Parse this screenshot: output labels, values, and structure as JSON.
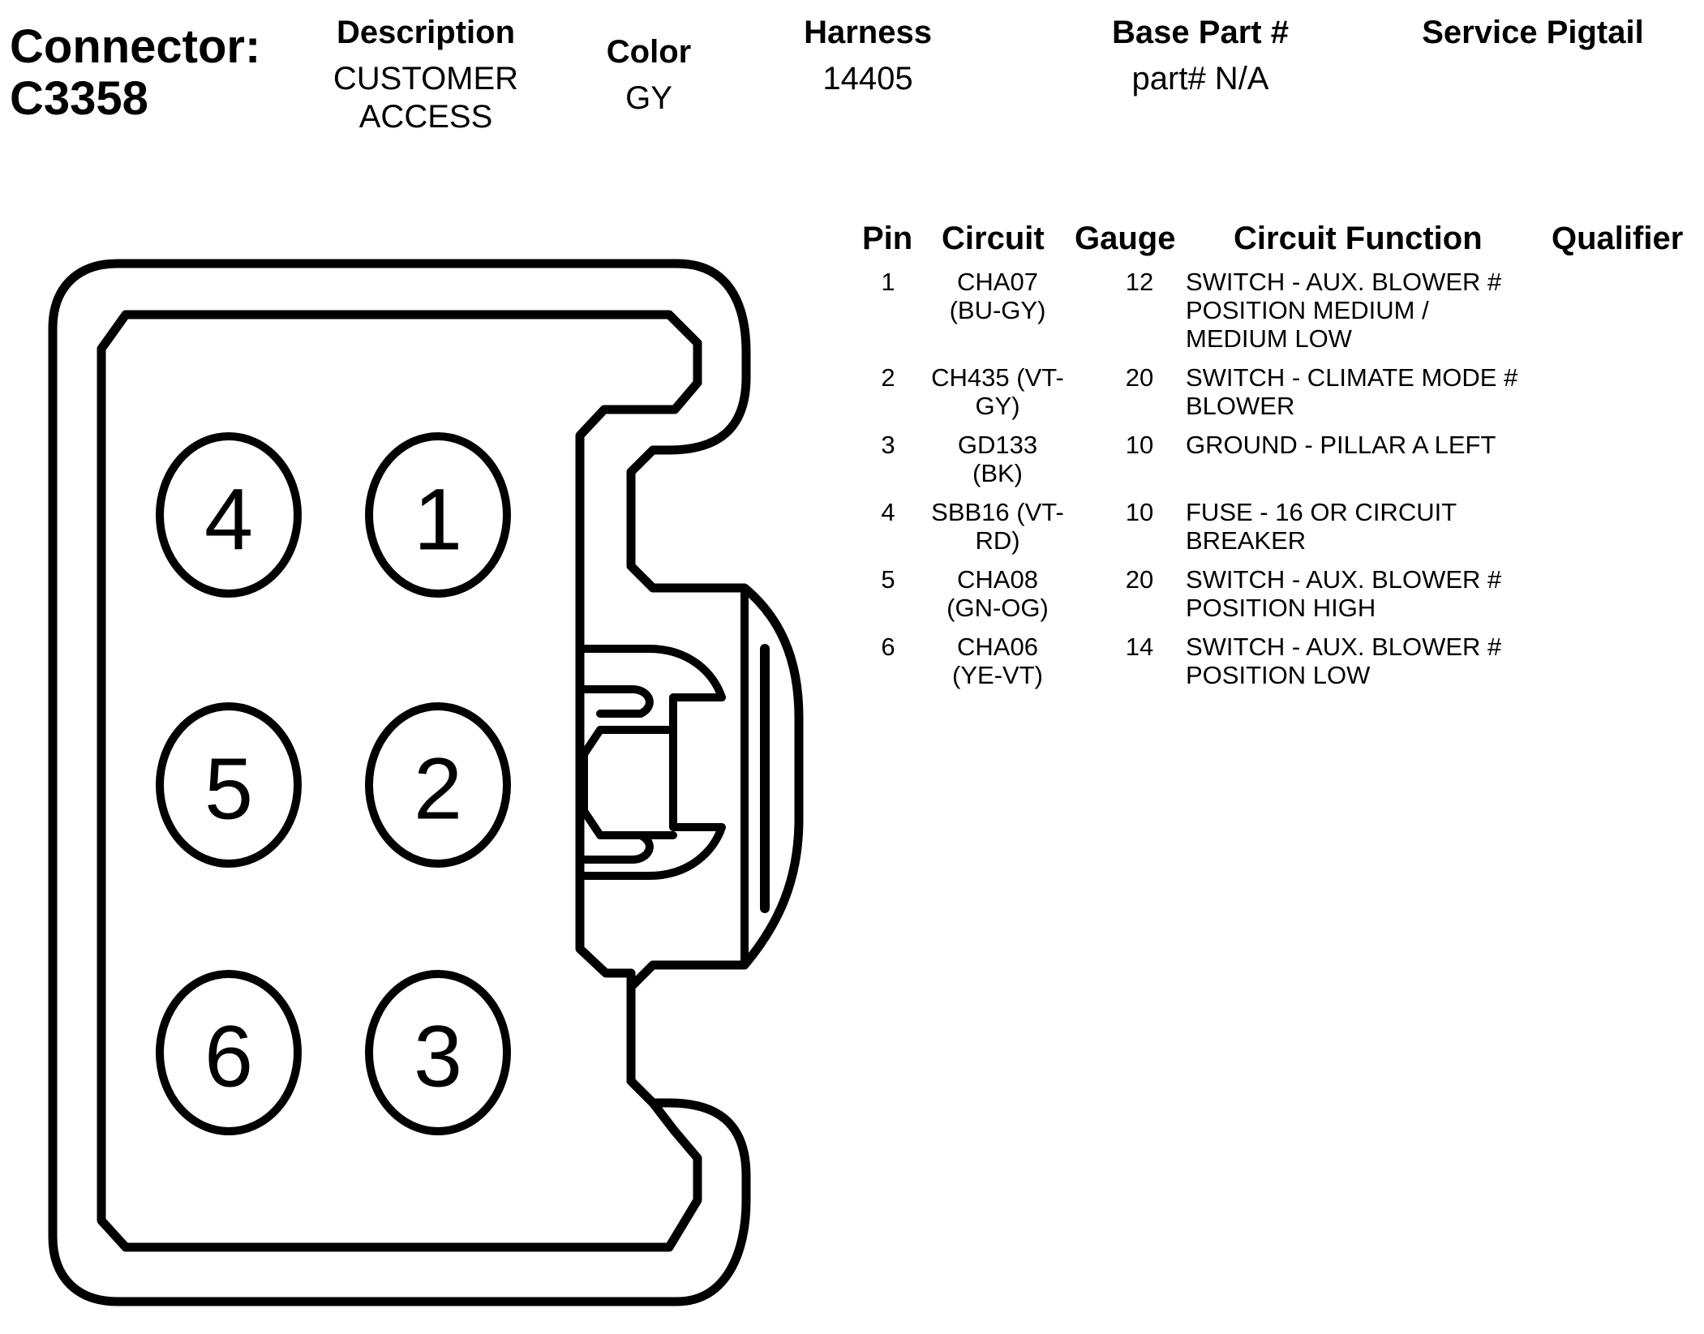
{
  "header": {
    "connector_title": "Connector:\nC3358",
    "description_label": "Description",
    "description_value": "CUSTOMER\nACCESS",
    "color_label": "Color",
    "color_value": "GY",
    "harness_label": "Harness",
    "harness_value": "14405",
    "base_part_label": "Base Part #",
    "base_part_value": "part# N/A",
    "service_pigtail_label": "Service Pigtail"
  },
  "table": {
    "headers": {
      "pin": "Pin",
      "circuit": "Circuit",
      "gauge": "Gauge",
      "circuit_function": "Circuit Function",
      "qualifier": "Qualifier"
    },
    "rows": [
      {
        "pin": "1",
        "circuit": "CHA07\n(BU-GY)",
        "gauge": "12",
        "function": "SWITCH - AUX. BLOWER #\nPOSITION MEDIUM /\nMEDIUM LOW"
      },
      {
        "pin": "2",
        "circuit": "CH435 (VT-\nGY)",
        "gauge": "20",
        "function": "SWITCH - CLIMATE MODE #\nBLOWER"
      },
      {
        "pin": "3",
        "circuit": "GD133\n(BK)",
        "gauge": "10",
        "function": "GROUND - PILLAR A LEFT"
      },
      {
        "pin": "4",
        "circuit": "SBB16 (VT-\nRD)",
        "gauge": "10",
        "function": "FUSE - 16 OR CIRCUIT\nBREAKER"
      },
      {
        "pin": "5",
        "circuit": "CHA08\n(GN-OG)",
        "gauge": "20",
        "function": "SWITCH - AUX. BLOWER #\nPOSITION HIGH"
      },
      {
        "pin": "6",
        "circuit": "CHA06\n(YE-VT)",
        "gauge": "14",
        "function": "SWITCH - AUX. BLOWER #\nPOSITION LOW"
      }
    ]
  },
  "diagram": {
    "cavity_labels": {
      "p1": "1",
      "p2": "2",
      "p3": "3",
      "p4": "4",
      "p5": "5",
      "p6": "6"
    }
  }
}
